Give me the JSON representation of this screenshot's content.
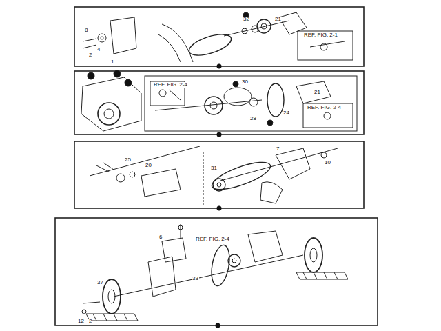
{
  "diagram": {
    "labels": [
      "8",
      "2",
      "4",
      "1",
      "32",
      "21",
      "REF. FIG. 2-1",
      "28",
      "30",
      "24",
      "21",
      "REF. FIG. 2-4",
      "REF. FIG. 2-4",
      "25",
      "20",
      "31",
      "10",
      "7",
      "REF. FIG. 2-4",
      "33",
      "37",
      "12",
      "2",
      "6"
    ]
  }
}
